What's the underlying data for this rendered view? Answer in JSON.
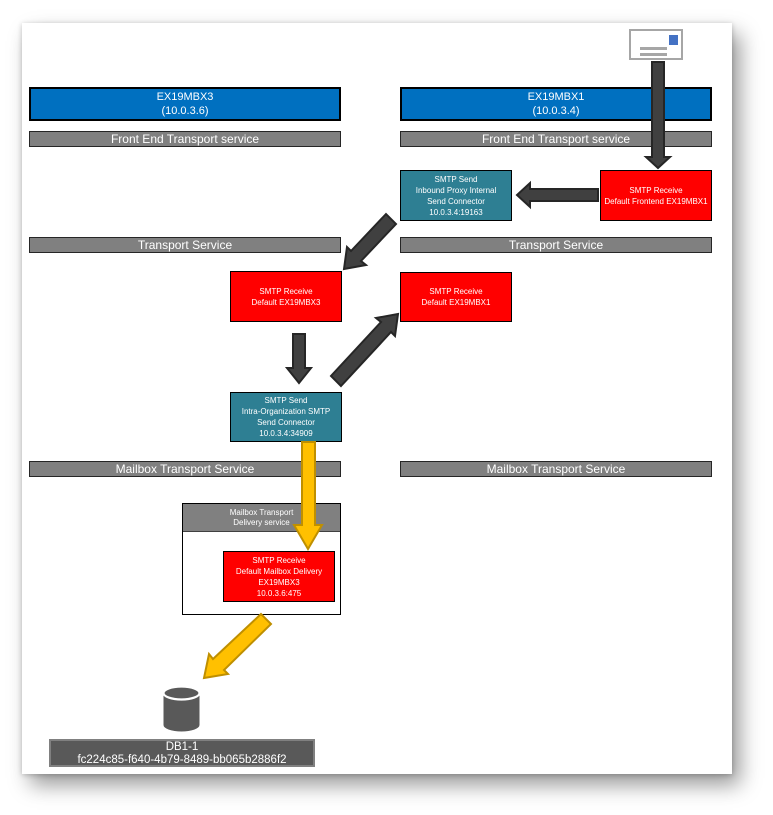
{
  "colors": {
    "server_blue": "#0070C0",
    "bar_gray": "#808080",
    "box_red": "#FF0000",
    "box_teal": "#2E7F93",
    "arrow_dark": "#404040",
    "arrow_dark_border": "#262626",
    "arrow_yellow": "#FFC000",
    "arrow_yellow_border": "#BF8F00",
    "db_gray": "#595959",
    "stamp_blue": "#4472C4"
  },
  "servers": {
    "left": {
      "name": "EX19MBX3",
      "ip": "(10.0.3.6)"
    },
    "right": {
      "name": "EX19MBX1",
      "ip": "(10.0.3.4)"
    }
  },
  "service_bars": {
    "front_end": "Front End Transport service",
    "transport": "Transport Service",
    "mailbox": "Mailbox Transport Service"
  },
  "connectors": {
    "inbound_proxy": {
      "lines": [
        "SMTP Send",
        "Inbound Proxy Internal",
        "Send Connector",
        "10.0.3.4:19163"
      ]
    },
    "frontend_receive": {
      "lines": [
        "SMTP Receive",
        "Default Frontend EX19MBX1"
      ]
    },
    "receive_ex19mbx3": {
      "lines": [
        "SMTP Receive",
        "Default EX19MBX3"
      ]
    },
    "receive_ex19mbx1": {
      "lines": [
        "SMTP Receive",
        "Default EX19MBX1"
      ]
    },
    "intra_org_send": {
      "lines": [
        "SMTP Send",
        "Intra-Organization SMTP",
        "Send Connector",
        "10.0.3.4:34909"
      ]
    },
    "mailbox_delivery_service": {
      "lines": [
        "Mailbox Transport",
        "Delivery service"
      ]
    },
    "mailbox_delivery_receive": {
      "lines": [
        "SMTP Receive",
        "Default Mailbox Delivery",
        "EX19MBX3",
        "10.0.3.6:475"
      ]
    }
  },
  "database": {
    "name": "DB1-1",
    "guid": "fc224c85-f640-4b79-8489-bb065b2886f2"
  }
}
